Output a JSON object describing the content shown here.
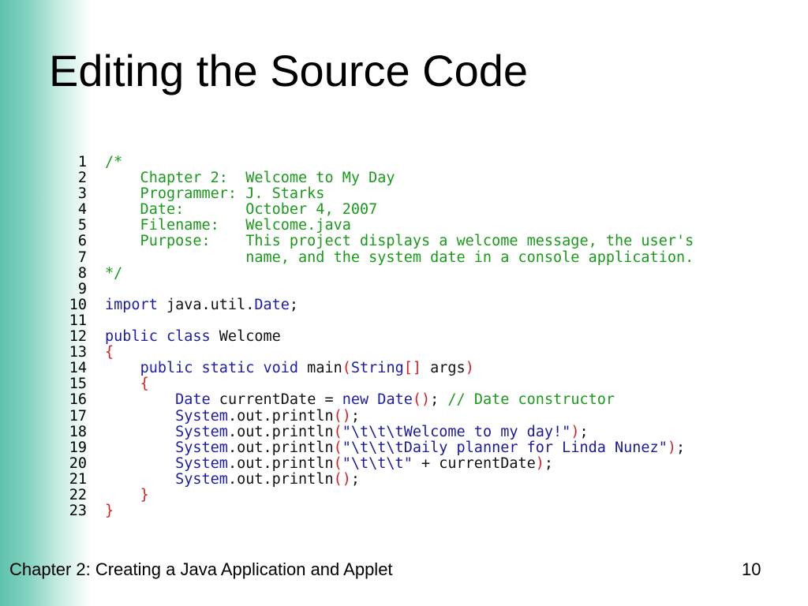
{
  "slide": {
    "title": "Editing the Source Code",
    "footer": "Chapter 2: Creating a Java Application and Applet",
    "page_number": "10"
  },
  "colors": {
    "band": "#5ec2ad",
    "comment": "#1a9a1a",
    "keyword": "#1c1ca8",
    "bracket": "#d42020",
    "plain": "#111111"
  },
  "code": {
    "lines": [
      {
        "n": "1",
        "segs": [
          {
            "t": "/*",
            "c": "comment"
          }
        ]
      },
      {
        "n": "2",
        "segs": [
          {
            "t": "    Chapter 2:  Welcome to My Day",
            "c": "comment"
          }
        ]
      },
      {
        "n": "3",
        "segs": [
          {
            "t": "    Programmer: J. Starks",
            "c": "comment"
          }
        ]
      },
      {
        "n": "4",
        "segs": [
          {
            "t": "    Date:       October 4, 2007",
            "c": "comment"
          }
        ]
      },
      {
        "n": "5",
        "segs": [
          {
            "t": "    Filename:   Welcome.java",
            "c": "comment"
          }
        ]
      },
      {
        "n": "6",
        "segs": [
          {
            "t": "    Purpose:    This project displays a welcome message, the user's",
            "c": "comment"
          }
        ]
      },
      {
        "n": "7",
        "segs": [
          {
            "t": "                name, and the system date in a console application.",
            "c": "comment"
          }
        ]
      },
      {
        "n": "8",
        "segs": [
          {
            "t": "*/",
            "c": "comment"
          }
        ]
      },
      {
        "n": "9",
        "segs": []
      },
      {
        "n": "10",
        "segs": [
          {
            "t": "import",
            "c": "kw"
          },
          {
            "t": " java.util.",
            "c": "plain"
          },
          {
            "t": "Date",
            "c": "kw"
          },
          {
            "t": ";",
            "c": "plain"
          }
        ]
      },
      {
        "n": "11",
        "segs": []
      },
      {
        "n": "12",
        "segs": [
          {
            "t": "public class",
            "c": "kw"
          },
          {
            "t": " Welcome",
            "c": "plain"
          }
        ]
      },
      {
        "n": "13",
        "segs": [
          {
            "t": "{",
            "c": "br"
          }
        ]
      },
      {
        "n": "14",
        "segs": [
          {
            "t": "    ",
            "c": "plain"
          },
          {
            "t": "public static void",
            "c": "kw"
          },
          {
            "t": " main",
            "c": "plain"
          },
          {
            "t": "(",
            "c": "br"
          },
          {
            "t": "String",
            "c": "kw"
          },
          {
            "t": "[]",
            "c": "br"
          },
          {
            "t": " args",
            "c": "plain"
          },
          {
            "t": ")",
            "c": "br"
          }
        ]
      },
      {
        "n": "15",
        "segs": [
          {
            "t": "    ",
            "c": "plain"
          },
          {
            "t": "{",
            "c": "br"
          }
        ]
      },
      {
        "n": "16",
        "segs": [
          {
            "t": "        ",
            "c": "plain"
          },
          {
            "t": "Date",
            "c": "kw"
          },
          {
            "t": " currentDate = ",
            "c": "plain"
          },
          {
            "t": "new Date",
            "c": "kw"
          },
          {
            "t": "()",
            "c": "br"
          },
          {
            "t": "; ",
            "c": "plain"
          },
          {
            "t": "// Date constructor",
            "c": "comment"
          }
        ]
      },
      {
        "n": "17",
        "segs": [
          {
            "t": "        ",
            "c": "plain"
          },
          {
            "t": "System",
            "c": "kw"
          },
          {
            "t": ".out.println",
            "c": "plain"
          },
          {
            "t": "()",
            "c": "br"
          },
          {
            "t": ";",
            "c": "plain"
          }
        ]
      },
      {
        "n": "18",
        "segs": [
          {
            "t": "        ",
            "c": "plain"
          },
          {
            "t": "System",
            "c": "kw"
          },
          {
            "t": ".out.println",
            "c": "plain"
          },
          {
            "t": "(",
            "c": "br"
          },
          {
            "t": "\"\\t\\t\\tWelcome to my day!\"",
            "c": "str"
          },
          {
            "t": ")",
            "c": "br"
          },
          {
            "t": ";",
            "c": "plain"
          }
        ]
      },
      {
        "n": "19",
        "segs": [
          {
            "t": "        ",
            "c": "plain"
          },
          {
            "t": "System",
            "c": "kw"
          },
          {
            "t": ".out.println",
            "c": "plain"
          },
          {
            "t": "(",
            "c": "br"
          },
          {
            "t": "\"\\t\\t\\tDaily planner for Linda Nunez\"",
            "c": "str"
          },
          {
            "t": ")",
            "c": "br"
          },
          {
            "t": ";",
            "c": "plain"
          }
        ]
      },
      {
        "n": "20",
        "segs": [
          {
            "t": "        ",
            "c": "plain"
          },
          {
            "t": "System",
            "c": "kw"
          },
          {
            "t": ".out.println",
            "c": "plain"
          },
          {
            "t": "(",
            "c": "br"
          },
          {
            "t": "\"\\t\\t\\t\"",
            "c": "str"
          },
          {
            "t": " + currentDate",
            "c": "plain"
          },
          {
            "t": ")",
            "c": "br"
          },
          {
            "t": ";",
            "c": "plain"
          }
        ]
      },
      {
        "n": "21",
        "segs": [
          {
            "t": "        ",
            "c": "plain"
          },
          {
            "t": "System",
            "c": "kw"
          },
          {
            "t": ".out.println",
            "c": "plain"
          },
          {
            "t": "()",
            "c": "br"
          },
          {
            "t": ";",
            "c": "plain"
          }
        ]
      },
      {
        "n": "22",
        "segs": [
          {
            "t": "    ",
            "c": "plain"
          },
          {
            "t": "}",
            "c": "br"
          }
        ]
      },
      {
        "n": "23",
        "segs": [
          {
            "t": "}",
            "c": "br"
          }
        ]
      }
    ]
  }
}
